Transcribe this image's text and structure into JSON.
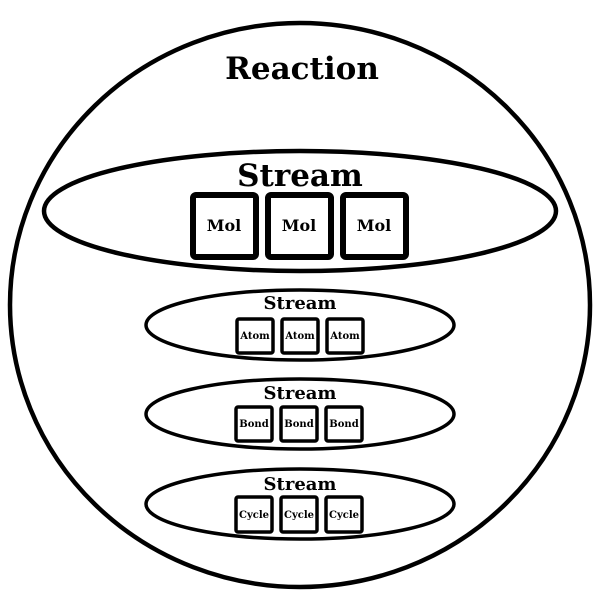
{
  "diagram": {
    "container_label": "Reaction",
    "streams": [
      {
        "label": "Stream",
        "items": [
          "Mol",
          "Mol",
          "Mol"
        ]
      },
      {
        "label": "Stream",
        "items": [
          "Atom",
          "Atom",
          "Atom"
        ]
      },
      {
        "label": "Stream",
        "items": [
          "Bond",
          "Bond",
          "Bond"
        ]
      },
      {
        "label": "Stream",
        "items": [
          "Cycle",
          "Cycle",
          "Cycle"
        ]
      }
    ]
  },
  "colors": {
    "stroke": "#000000",
    "background": "#ffffff"
  }
}
